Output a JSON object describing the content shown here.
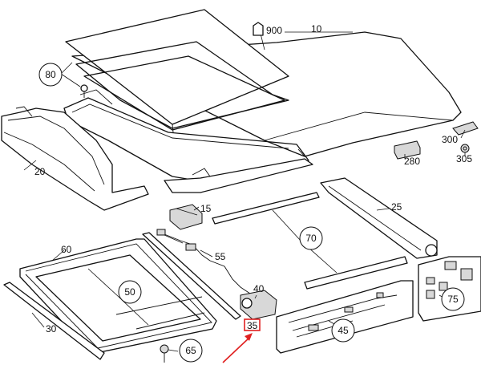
{
  "diagram": {
    "labels": {
      "l900": "900",
      "l10": "10",
      "l80": "80",
      "l20": "20",
      "l300": "300",
      "l305": "305",
      "l280": "280",
      "l15": "15",
      "l55": "55",
      "l25": "25",
      "l70": "70",
      "l60": "60",
      "l50": "50",
      "l40": "40",
      "l35": "35",
      "l30": "30",
      "l65": "65",
      "l45": "45",
      "l75": "75"
    },
    "highlight": {
      "part": "35",
      "color": "#e02020"
    }
  }
}
